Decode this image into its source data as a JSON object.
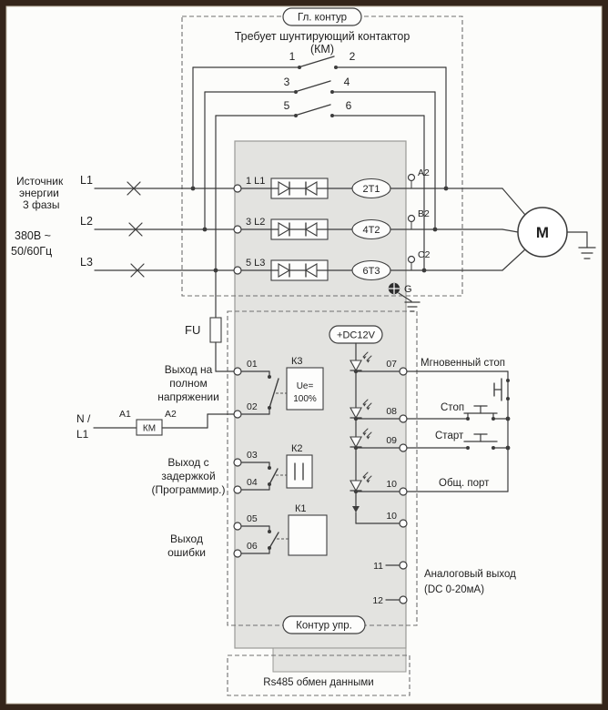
{
  "colors": {
    "frame": "#34251a",
    "paper": "#fcfcfa",
    "block_fill": "#e3e3e0",
    "block_stroke": "#9a9a96"
  },
  "main_circuit": {
    "tag": "Гл. контур",
    "note_line1": "Требует шунтирующий контактор",
    "note_line2": "(КМ)",
    "contact_numbers": [
      "1",
      "2",
      "3",
      "4",
      "5",
      "6"
    ]
  },
  "source": {
    "line1": "Источник",
    "line2": "энергии",
    "line3": "3 фазы",
    "voltage_line1": "380В ~",
    "voltage_line2": "50/60Гц",
    "phases": [
      "L1",
      "L2",
      "L3"
    ]
  },
  "power_block": {
    "inputs": [
      "1 L1",
      "3 L2",
      "5 L3"
    ],
    "outputs": [
      "2T1",
      "4T2",
      "6T3"
    ],
    "out_nodes": [
      "A2",
      "B2",
      "C2"
    ],
    "ground": "G"
  },
  "motor": {
    "label": "M"
  },
  "fuse": {
    "label": "FU"
  },
  "control": {
    "dc_supply": "+DC12V",
    "left_terminals": [
      "01",
      "02",
      "03",
      "04",
      "05",
      "06"
    ],
    "relays": {
      "k3": "К3",
      "k3_ue": "Ue=",
      "k3_pct": "100%",
      "k2": "К2",
      "k1": "К1"
    },
    "out_full_line1": "Выход на",
    "out_full_line2": "полном",
    "out_full_line3": "напряжении",
    "neutral": "N /",
    "line": "L1",
    "coil": {
      "a1": "A1",
      "name": "КМ",
      "a2": "A2"
    },
    "delayed_line1": "Выход с",
    "delayed_line2": "задержкой",
    "delayed_line3": "(Программир.)",
    "error_line1": "Выход",
    "error_line2": "ошибки",
    "right_terminals": [
      "07",
      "08",
      "09",
      "10",
      "10",
      "11",
      "12"
    ],
    "inputs": {
      "instant_stop": "Мгновенный стоп",
      "stop": "Стоп",
      "start": "Старт",
      "common": "Общ. порт"
    },
    "analog_line1": "Аналоговый выход",
    "analog_line2": "(DC 0-20мА)",
    "tag": "Контур упр."
  },
  "comm": {
    "rs485": "Rs485 обмен данными"
  }
}
